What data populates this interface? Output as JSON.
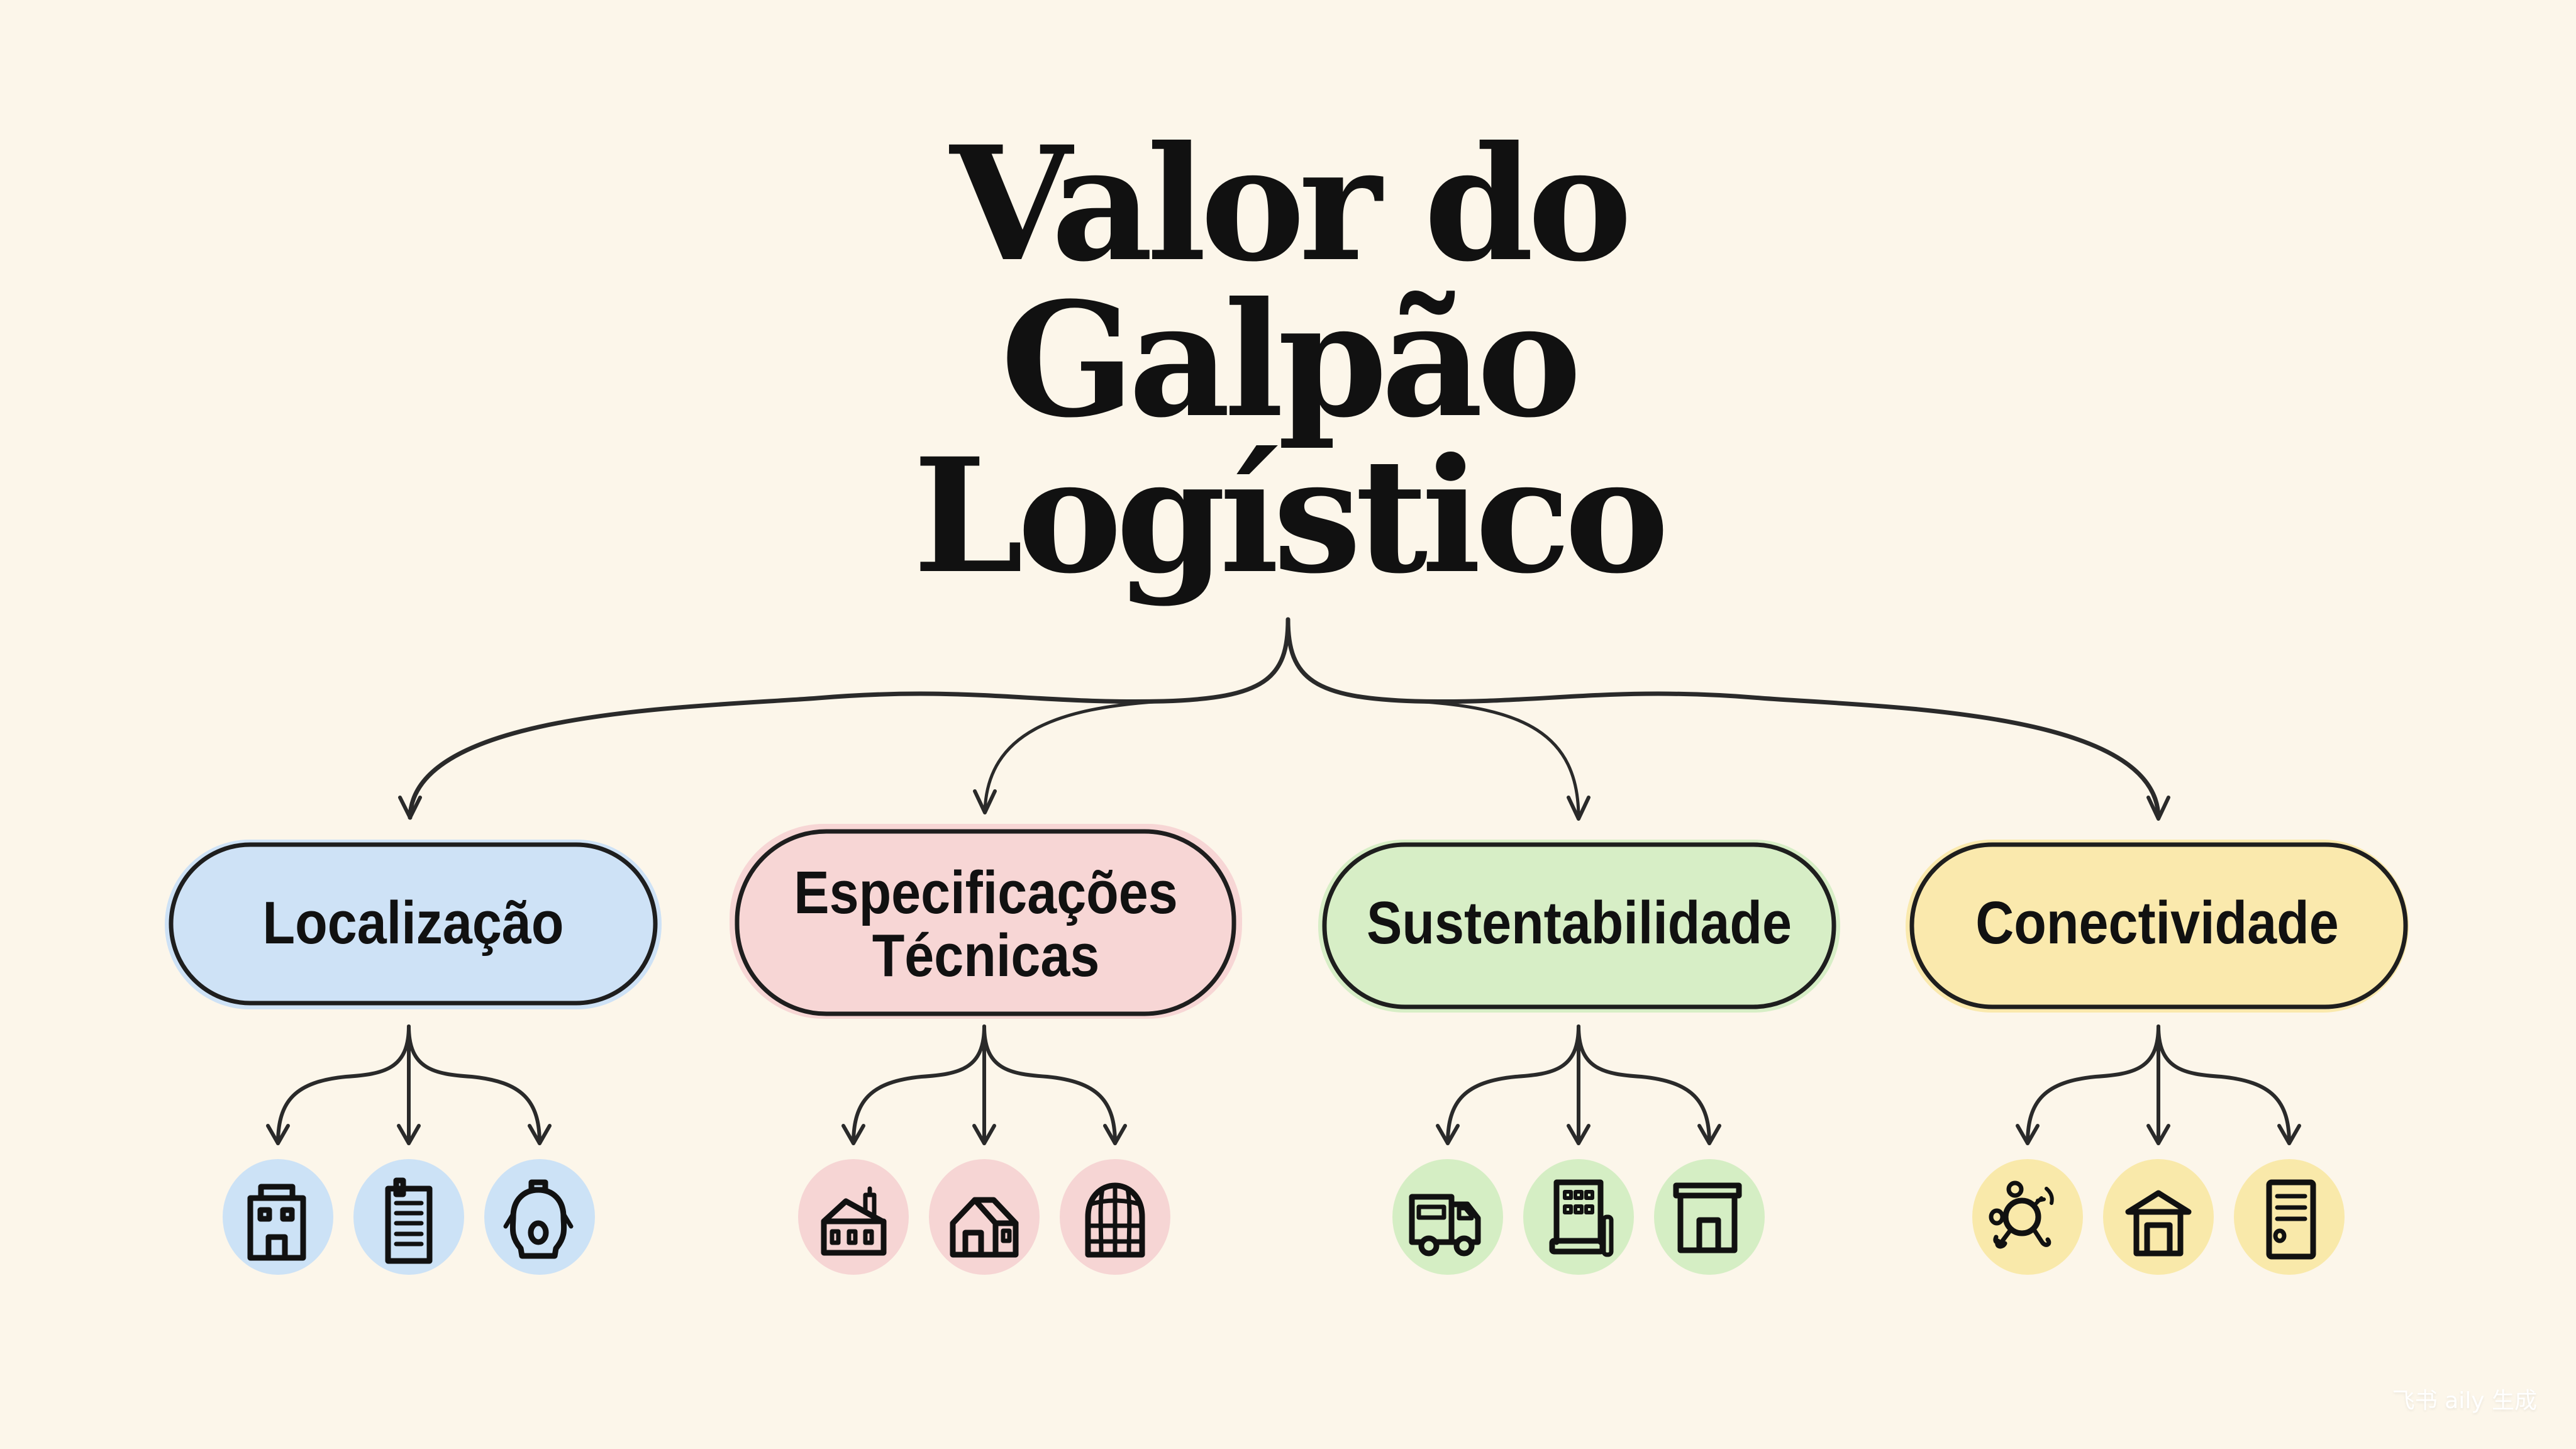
{
  "title": {
    "lines": [
      "Valor do",
      "Galpão",
      "Logístico"
    ]
  },
  "branches": [
    {
      "label": "Localização",
      "color": "#c9e0f7",
      "icons": [
        "office-building-icon",
        "document-list-icon",
        "location-pin-icon"
      ]
    },
    {
      "label_lines": [
        "Especificações",
        "Técnicas"
      ],
      "color": "#f6d3d3",
      "icons": [
        "house-chimney-icon",
        "house-3d-icon",
        "dome-grid-icon"
      ]
    },
    {
      "label": "Sustentabilidade",
      "color": "#d3edc2",
      "icons": [
        "delivery-truck-icon",
        "solar-panel-battery-icon",
        "warehouse-icon"
      ]
    },
    {
      "label": "Conectividade",
      "color": "#f9e8a6",
      "icons": [
        "network-hub-wifi-icon",
        "warehouse-house-icon",
        "server-icon"
      ]
    }
  ],
  "colors": {
    "background": "#fcf6ea",
    "stroke": "#2a2a2a",
    "blue": "#c9e0f7",
    "pink": "#f6d3d3",
    "green": "#d3edc2",
    "yellow": "#f9e8a6"
  },
  "watermark": "飞书 aily 生成"
}
